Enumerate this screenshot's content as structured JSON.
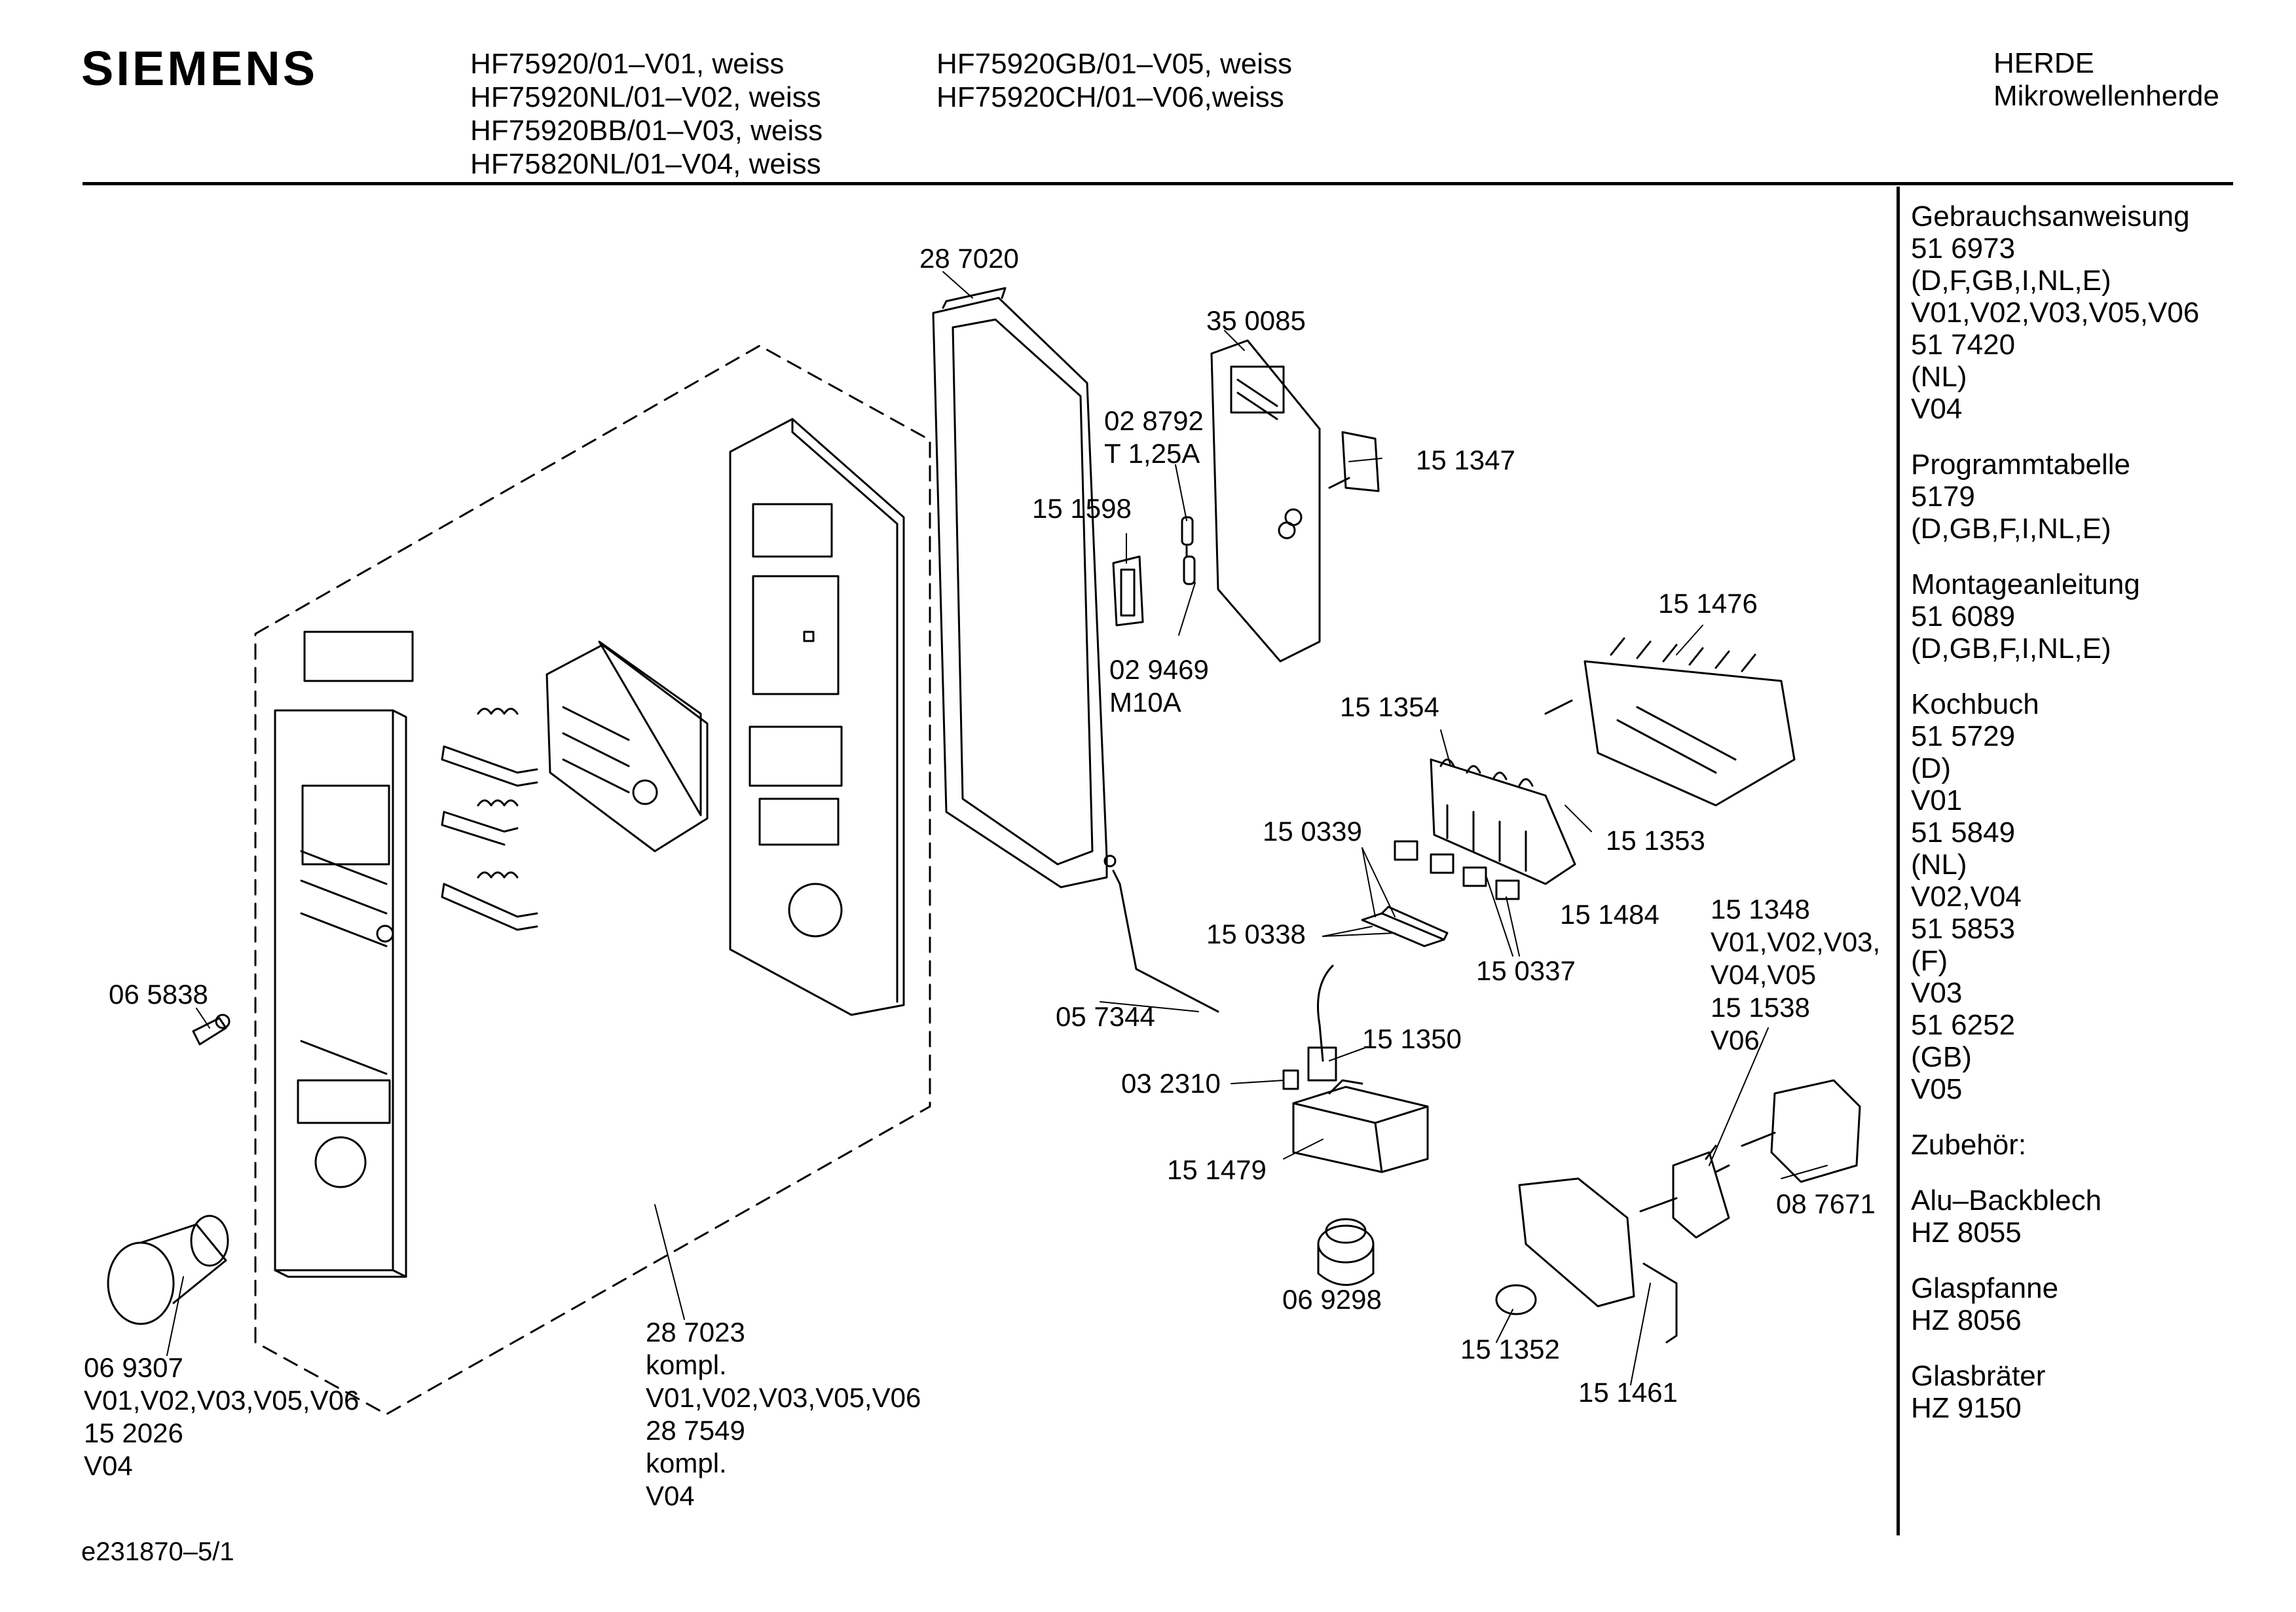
{
  "header": {
    "brand": "SIEMENS",
    "models_col1": [
      "HF75920/01–V01, weiss",
      "HF75920NL/01–V02, weiss",
      "HF75920BB/01–V03, weiss",
      "HF75820NL/01–V04, weiss"
    ],
    "models_col2": [
      "HF75920GB/01–V05, weiss",
      "HF75920CH/01–V06,weiss"
    ],
    "category": [
      "HERDE",
      "Mikrowellenherde"
    ]
  },
  "side_panel": [
    {
      "lines": [
        "Gebrauchsanweisung",
        "51 6973",
        "(D,F,GB,I,NL,E)",
        "V01,V02,V03,V05,V06",
        "51 7420",
        "(NL)",
        "V04"
      ]
    },
    {
      "lines": [
        "Programmtabelle",
        "5179",
        "(D,GB,F,I,NL,E)"
      ]
    },
    {
      "lines": [
        "Montageanleitung",
        "51 6089",
        "(D,GB,F,I,NL,E)"
      ]
    },
    {
      "lines": [
        "Kochbuch",
        "51 5729",
        "(D)",
        "V01",
        "51 5849",
        "(NL)",
        "V02,V04",
        "51 5853",
        "(F)",
        "V03",
        "51 6252",
        "(GB)",
        "V05"
      ]
    },
    {
      "lines": [
        "Zubehör:"
      ]
    },
    {
      "lines": [
        "Alu–Backblech",
        "HZ 8055"
      ]
    },
    {
      "lines": [
        "Glaspfanne",
        "HZ 8056"
      ]
    },
    {
      "lines": [
        "Glasbräter",
        "HZ 9150"
      ]
    }
  ],
  "parts": {
    "p287020": [
      "28 7020"
    ],
    "p350085": [
      "35 0085"
    ],
    "p028792": [
      "02 8792",
      "T 1,25A"
    ],
    "p151347": [
      "15 1347"
    ],
    "p151598": [
      "15 1598"
    ],
    "p029469": [
      "02 9469",
      "M10A"
    ],
    "p151476": [
      "15 1476"
    ],
    "p151354": [
      "15 1354"
    ],
    "p151353": [
      "15 1353"
    ],
    "p150339": [
      "15 0339"
    ],
    "p150338": [
      "15 0338"
    ],
    "p151484": [
      "15 1484"
    ],
    "p150337": [
      "15 0337"
    ],
    "p151348": [
      "15 1348",
      "V01,V02,V03,",
      "V04,V05",
      "15 1538",
      "V06"
    ],
    "p065838": [
      "06 5838"
    ],
    "p057344": [
      "05 7344"
    ],
    "p151350": [
      "15 1350"
    ],
    "p032310": [
      "03 2310"
    ],
    "p151479": [
      "15 1479"
    ],
    "p087671": [
      "08 7671"
    ],
    "p069298": [
      "06 9298"
    ],
    "p151352": [
      "15 1352"
    ],
    "p151461": [
      "15 1461"
    ],
    "p069307": [
      "06 9307",
      "V01,V02,V03,V05,V06",
      "15 2026",
      "V04"
    ],
    "p287023": [
      "28 7023",
      "kompl.",
      "V01,V02,V03,V05,V06",
      "28 7549",
      "kompl.",
      "V04"
    ]
  },
  "footer": {
    "code": "e231870–5/1"
  }
}
